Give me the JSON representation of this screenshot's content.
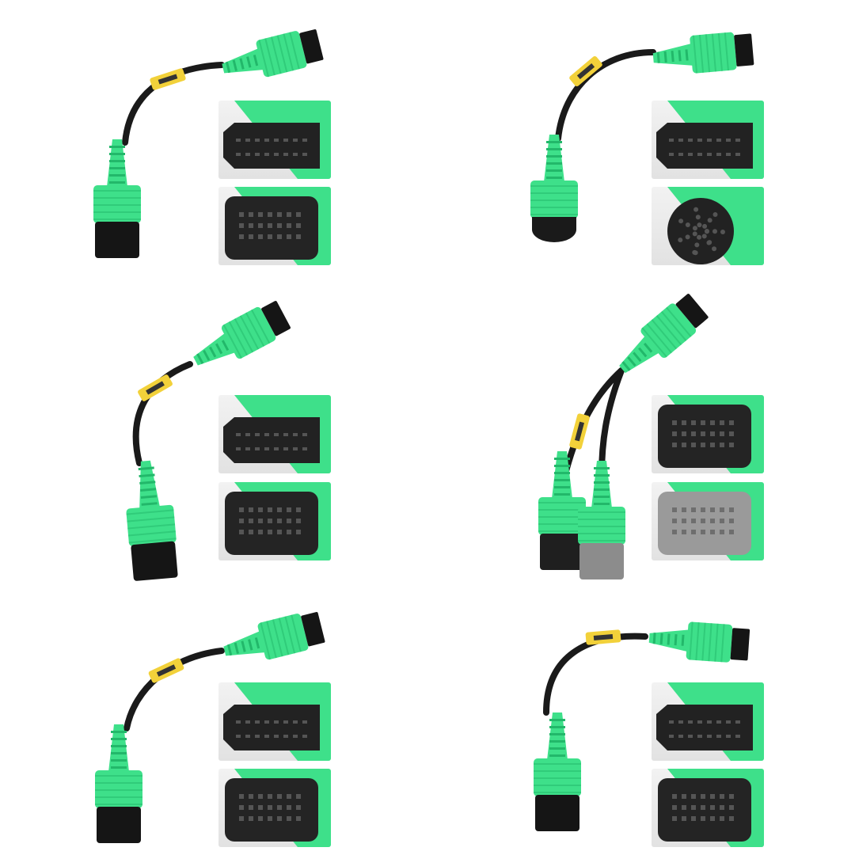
{
  "colors": {
    "connector_green": "#3ee08a",
    "connector_green_dark": "#22b86a",
    "cable_black": "#1a1a1a",
    "label_yellow": "#f2d13a",
    "plug_gray": "#8c8c8c",
    "background": "#ffffff"
  },
  "panels": [
    {
      "bottom_plug": "black-rect",
      "thumb2": "rect-multi-pin"
    },
    {
      "bottom_plug": "round",
      "thumb2": "round-multi-pin"
    },
    {
      "bottom_plug": "black-rect",
      "thumb2": "rect-angled-pin"
    },
    {
      "bottom_plug": "dual-black-gray",
      "thumb2": "gray-rect"
    },
    {
      "bottom_plug": "black-rect",
      "thumb2": "rect-multi-pin"
    },
    {
      "bottom_plug": "black-rect",
      "thumb2": "rect-12-pin"
    }
  ]
}
